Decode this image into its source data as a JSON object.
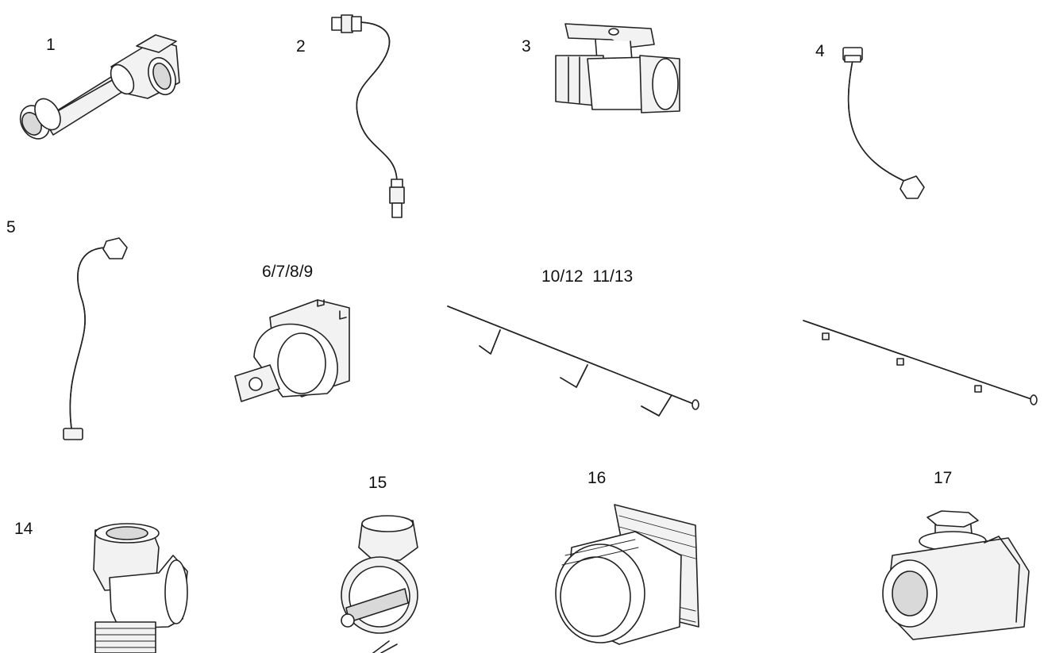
{
  "labels": {
    "p1": "1",
    "p2": "2",
    "p3": "3",
    "p4": "4",
    "p5": "5",
    "p6": "6/7/8/9",
    "p10": "10/12  11/13",
    "p14": "14",
    "p15": "15",
    "p16": "16",
    "p17": "17"
  },
  "parts": [
    {
      "id": "1",
      "icon": "pipe-tee-fitting-icon"
    },
    {
      "id": "2",
      "icon": "flexible-hose-icon"
    },
    {
      "id": "3",
      "icon": "ball-valve-icon"
    },
    {
      "id": "4",
      "icon": "bent-pipe-icon"
    },
    {
      "id": "5",
      "icon": "curved-pipe-icon"
    },
    {
      "id": "6/7/8/9",
      "icon": "pipe-clamp-icon"
    },
    {
      "id": "10/12 11/13",
      "icon": "sprinkler-manifold-icon"
    },
    {
      "id": "14",
      "icon": "tee-adapter-icon"
    },
    {
      "id": "15",
      "icon": "pressure-regulator-icon"
    },
    {
      "id": "16",
      "icon": "hex-nipple-icon"
    },
    {
      "id": "17",
      "icon": "check-valve-icon"
    }
  ],
  "colors": {
    "background": "#ffffff",
    "line": "#222222"
  }
}
